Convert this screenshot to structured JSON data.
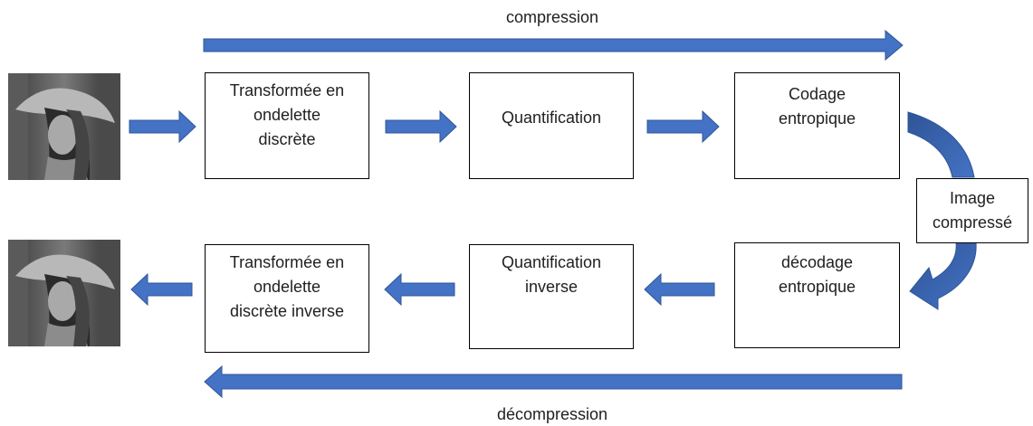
{
  "labels": {
    "top": "compression",
    "bottom": "décompression"
  },
  "colors": {
    "arrow": "#4472C4",
    "arrow_edge": "#2F5597",
    "box_border": "#000000",
    "text": "#1f1f1f"
  },
  "images": {
    "input": "grayscale-portrait-photo",
    "output": "grayscale-portrait-photo"
  },
  "steps": {
    "dwt": [
      "Transformée en",
      "ondelette",
      "discrète"
    ],
    "quant": [
      "Quantification"
    ],
    "codage": [
      "Codage",
      "entropique"
    ],
    "compressed": [
      "Image",
      "compressé"
    ],
    "decodage": [
      "décodage",
      "entropique"
    ],
    "quant_inv": [
      "Quantification",
      "inverse"
    ],
    "idwt": [
      "Transformée en",
      "ondelette",
      "discrète inverse"
    ]
  }
}
